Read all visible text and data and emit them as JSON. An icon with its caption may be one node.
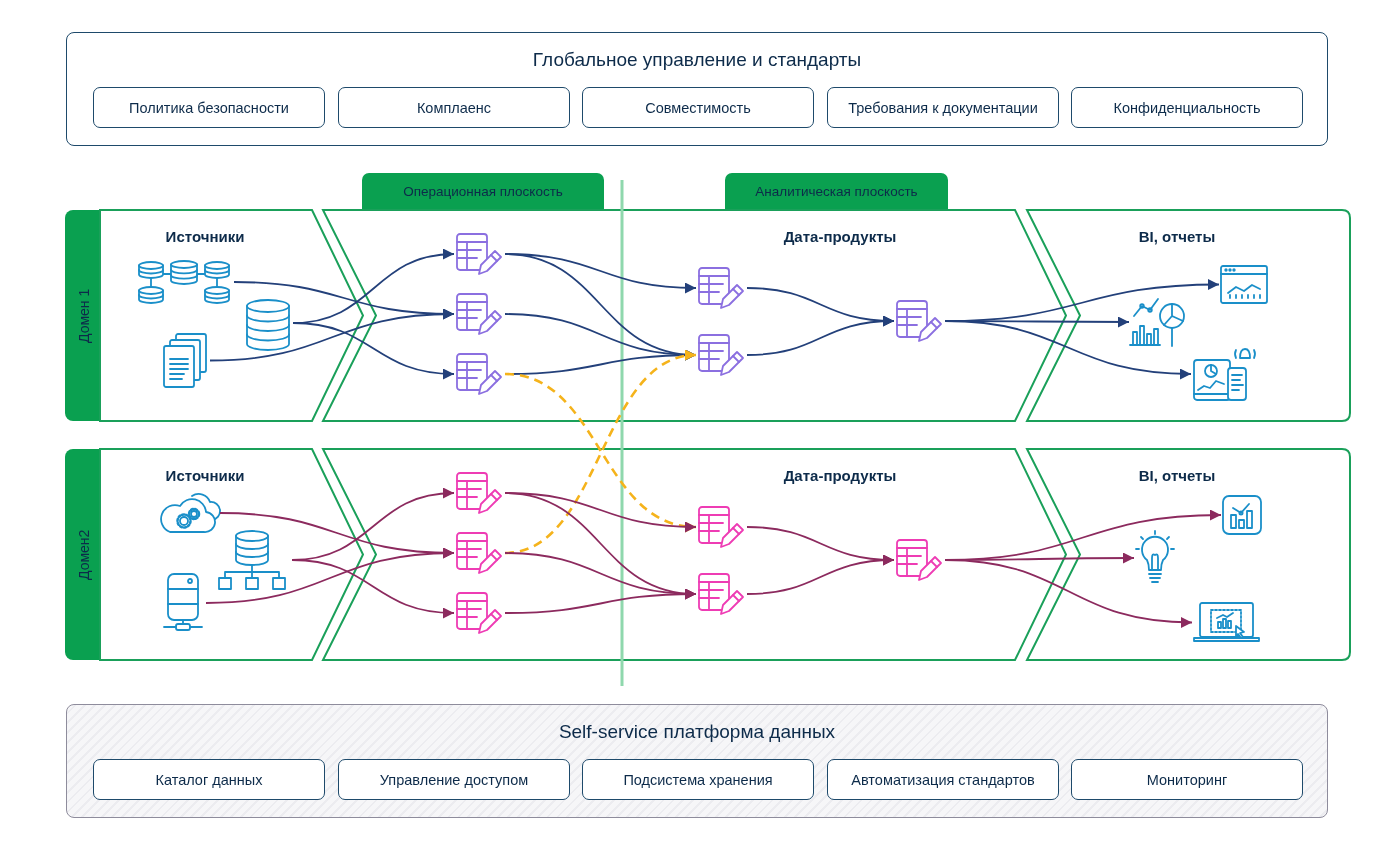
{
  "diagram": {
    "nodes": [
      {
        "text": [
          "Глобальное управление и стандарты"
        ]
      },
      {
        "text": [
          "Политика безопасности"
        ],
        "in": 0
      },
      {
        "text": [
          "Комплаенс"
        ],
        "in": 0
      },
      {
        "text": [
          "Совместимость"
        ],
        "in": 0
      },
      {
        "text": [
          "Требования к документации"
        ],
        "in": 0
      },
      {
        "text": [
          "Конфиденциальность"
        ],
        "in": 0
      },
      {
        "text": [
          "Операционная плоскость"
        ]
      },
      {
        "text": [
          "Аналитическая плоскость"
        ]
      },
      {
        "text": [
          "Домен 1"
        ]
      },
      {
        "text": [
          "Источники"
        ]
      },
      {
        "text": [],
        "shape": "picture",
        "in": 9
      },
      {
        "text": [],
        "shape": "picture",
        "in": 9
      },
      {
        "text": [],
        "shape": "picture",
        "in": 9
      },
      {
        "text": [
          "Дата-продукты"
        ]
      },
      {
        "text": [],
        "shape": "picture",
        "in": 13
      },
      {
        "text": [],
        "shape": "picture",
        "in": 13
      },
      {
        "text": [],
        "shape": "picture",
        "in": 13
      },
      {
        "text": [],
        "shape": "picture",
        "in": 13
      },
      {
        "text": [],
        "shape": "picture",
        "in": 13
      },
      {
        "text": [],
        "shape": "picture",
        "in": 13
      },
      {
        "text": [
          "BI, отчеты"
        ]
      },
      {
        "text": [],
        "shape": "picture",
        "in": 20
      },
      {
        "text": [],
        "shape": "picture",
        "in": 20
      },
      {
        "text": [],
        "shape": "picture",
        "in": 20
      },
      {
        "text": [
          "Домен2"
        ]
      },
      {
        "text": [
          "Источники"
        ]
      },
      {
        "text": [],
        "shape": "picture",
        "in": 25
      },
      {
        "text": [],
        "shape": "picture",
        "in": 25
      },
      {
        "text": [],
        "shape": "picture",
        "in": 25
      },
      {
        "text": [
          "Дата-продукты"
        ]
      },
      {
        "text": [],
        "shape": "picture",
        "in": 29
      },
      {
        "text": [],
        "shape": "picture",
        "in": 29
      },
      {
        "text": [],
        "shape": "picture",
        "in": 29
      },
      {
        "text": [],
        "shape": "picture",
        "in": 29
      },
      {
        "text": [],
        "shape": "picture",
        "in": 29
      },
      {
        "text": [],
        "shape": "picture",
        "in": 29
      },
      {
        "text": [
          "BI, отчеты"
        ]
      },
      {
        "text": [],
        "shape": "picture",
        "in": 36
      },
      {
        "text": [],
        "shape": "picture",
        "in": 36
      },
      {
        "text": [],
        "shape": "picture",
        "in": 36
      },
      {
        "text": [
          "Self-service платформа данных"
        ]
      },
      {
        "text": [
          "Каталог данных"
        ],
        "in": 40
      },
      {
        "text": [
          "Управление доступом"
        ],
        "in": 40
      },
      {
        "text": [
          "Подсистема хранения"
        ],
        "in": 40
      },
      {
        "text": [
          "Автоматизация стандартов"
        ],
        "in": 40
      },
      {
        "text": [
          "Мониторинг"
        ],
        "in": 40
      }
    ],
    "edges": [
      {
        "from": 10,
        "to": 15,
        "arrow": "to",
        "color": "#23407a"
      },
      {
        "from": 11,
        "to": 14,
        "arrow": "to",
        "color": "#23407a"
      },
      {
        "from": 11,
        "to": 16,
        "arrow": "to",
        "color": "#23407a"
      },
      {
        "from": 12,
        "to": 15,
        "arrow": "to",
        "color": "#23407a"
      },
      {
        "from": 14,
        "to": 17,
        "arrow": "to",
        "color": "#23407a"
      },
      {
        "from": 14,
        "to": 18,
        "arrow": "to",
        "color": "#23407a"
      },
      {
        "from": 15,
        "to": 18,
        "arrow": "to",
        "color": "#23407a"
      },
      {
        "from": 16,
        "to": 18,
        "arrow": "to",
        "color": "#23407a"
      },
      {
        "from": 17,
        "to": 19,
        "arrow": "to",
        "color": "#23407a"
      },
      {
        "from": 18,
        "to": 19,
        "arrow": "to",
        "color": "#23407a"
      },
      {
        "from": 19,
        "to": 21,
        "arrow": "to",
        "color": "#23407a"
      },
      {
        "from": 19,
        "to": 22,
        "arrow": "to",
        "color": "#23407a"
      },
      {
        "from": 19,
        "to": 23,
        "arrow": "to",
        "color": "#23407a"
      },
      {
        "from": 16,
        "to": 33,
        "arrow": "to",
        "style": "dashed",
        "color": "#f5b31b"
      },
      {
        "from": 31,
        "to": 18,
        "arrow": "to",
        "style": "dashed",
        "color": "#f5b31b"
      },
      {
        "from": 26,
        "to": 31,
        "arrow": "to",
        "color": "#8c2a5e"
      },
      {
        "from": 27,
        "to": 30,
        "arrow": "to",
        "color": "#8c2a5e"
      },
      {
        "from": 27,
        "to": 32,
        "arrow": "to",
        "color": "#8c2a5e"
      },
      {
        "from": 28,
        "to": 31,
        "arrow": "to",
        "color": "#8c2a5e"
      },
      {
        "from": 30,
        "to": 33,
        "arrow": "to",
        "color": "#8c2a5e"
      },
      {
        "from": 30,
        "to": 34,
        "arrow": "to",
        "color": "#8c2a5e"
      },
      {
        "from": 31,
        "to": 34,
        "arrow": "to",
        "color": "#8c2a5e"
      },
      {
        "from": 32,
        "to": 34,
        "arrow": "to",
        "color": "#8c2a5e"
      },
      {
        "from": 33,
        "to": 35,
        "arrow": "to",
        "color": "#8c2a5e"
      },
      {
        "from": 34,
        "to": 35,
        "arrow": "to",
        "color": "#8c2a5e"
      },
      {
        "from": 35,
        "to": 37,
        "arrow": "to",
        "color": "#8c2a5e"
      },
      {
        "from": 35,
        "to": 38,
        "arrow": "to",
        "color": "#8c2a5e"
      },
      {
        "from": 35,
        "to": 39,
        "arrow": "to",
        "color": "#8c2a5e"
      }
    ]
  }
}
